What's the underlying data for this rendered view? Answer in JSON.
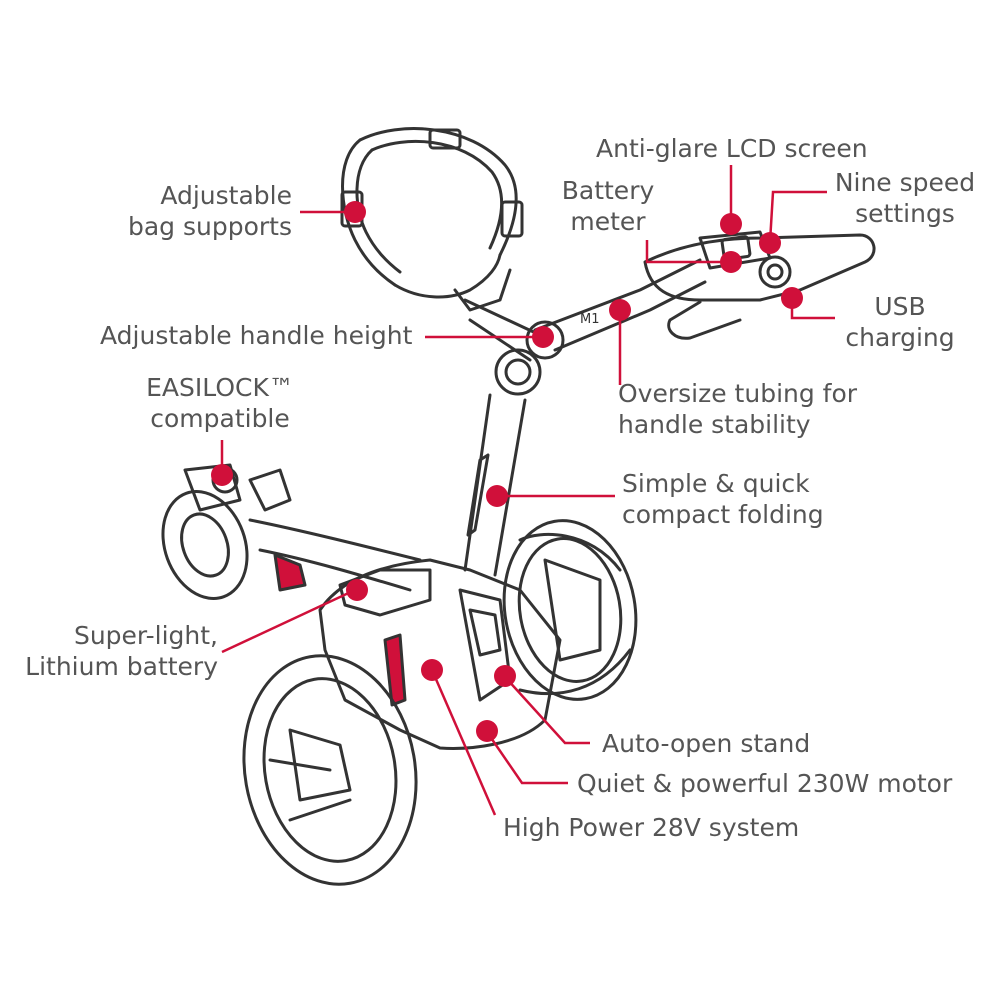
{
  "diagram": {
    "accent_color": "#d0103a",
    "line_color": "#333333",
    "text_color": "#555555",
    "product_badge": "M1",
    "labels": {
      "bag_supports": [
        "Adjustable",
        "bag supports"
      ],
      "handle_height": "Adjustable handle height",
      "easilock": [
        "EASILOCK™",
        "compatible"
      ],
      "lcd": "Anti-glare LCD screen",
      "battery_meter": [
        "Battery",
        "meter"
      ],
      "nine_speed": [
        "Nine speed",
        "settings"
      ],
      "usb": [
        "USB",
        "charging"
      ],
      "oversize": [
        "Oversize tubing for",
        "handle stability"
      ],
      "folding": [
        "Simple & quick",
        "compact folding"
      ],
      "battery": [
        "Super-light,",
        "Lithium battery"
      ],
      "stand": "Auto-open stand",
      "motor": "Quiet & powerful 230W motor",
      "power": "High Power 28V system"
    }
  }
}
